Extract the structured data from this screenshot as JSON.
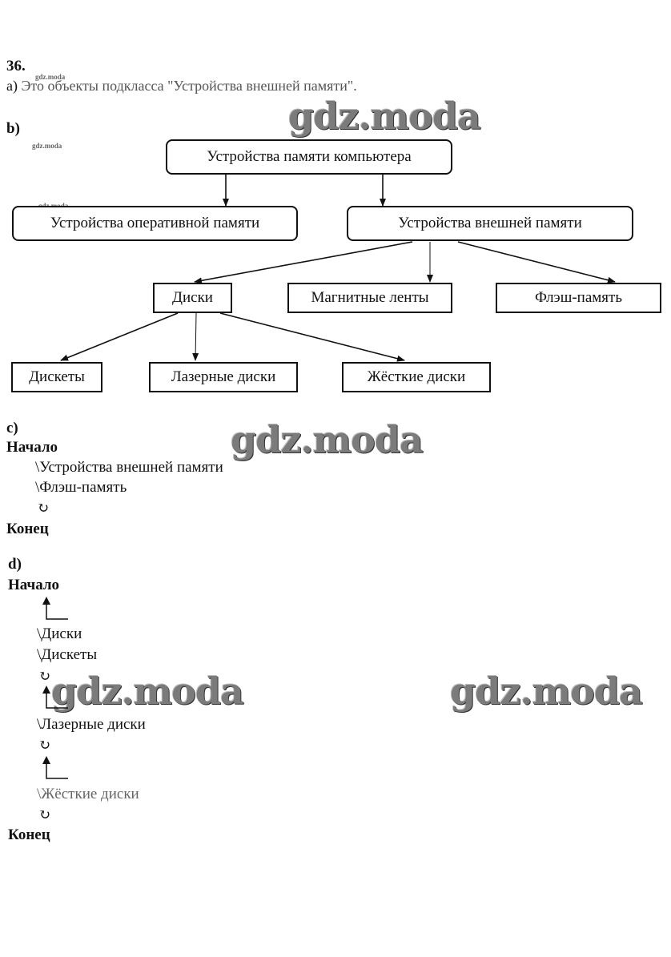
{
  "task_number": "36.",
  "part_a": {
    "label": "a)",
    "text": "Это объекты подкласса \"Устройства внешней памяти\"."
  },
  "part_b": {
    "label": "b)",
    "nodes": {
      "root": "Устройства памяти компьютера",
      "ram": "Устройства оперативной памяти",
      "external": "Устройства внешней памяти",
      "disks": "Диски",
      "tapes": "Магнитные ленты",
      "flash": "Флэш-память",
      "floppy": "Дискеты",
      "laser": "Лазерные диски",
      "hard": "Жёсткие диски"
    }
  },
  "part_c": {
    "label": "c)",
    "start": "Начало",
    "steps": [
      "\\Устройства внешней памяти",
      "\\Флэш-память"
    ],
    "return_symbol": "↻",
    "end": "Конец"
  },
  "part_d": {
    "label": "d)",
    "start": "Начало",
    "steps": [
      "\\Диски",
      "\\Дискеты",
      "\\Лазерные диски",
      "\\Жёсткие диски"
    ],
    "return_symbol": "↻",
    "end": "Конец"
  },
  "watermark": {
    "big": "gdz.moda",
    "small": "gdz.moda"
  }
}
